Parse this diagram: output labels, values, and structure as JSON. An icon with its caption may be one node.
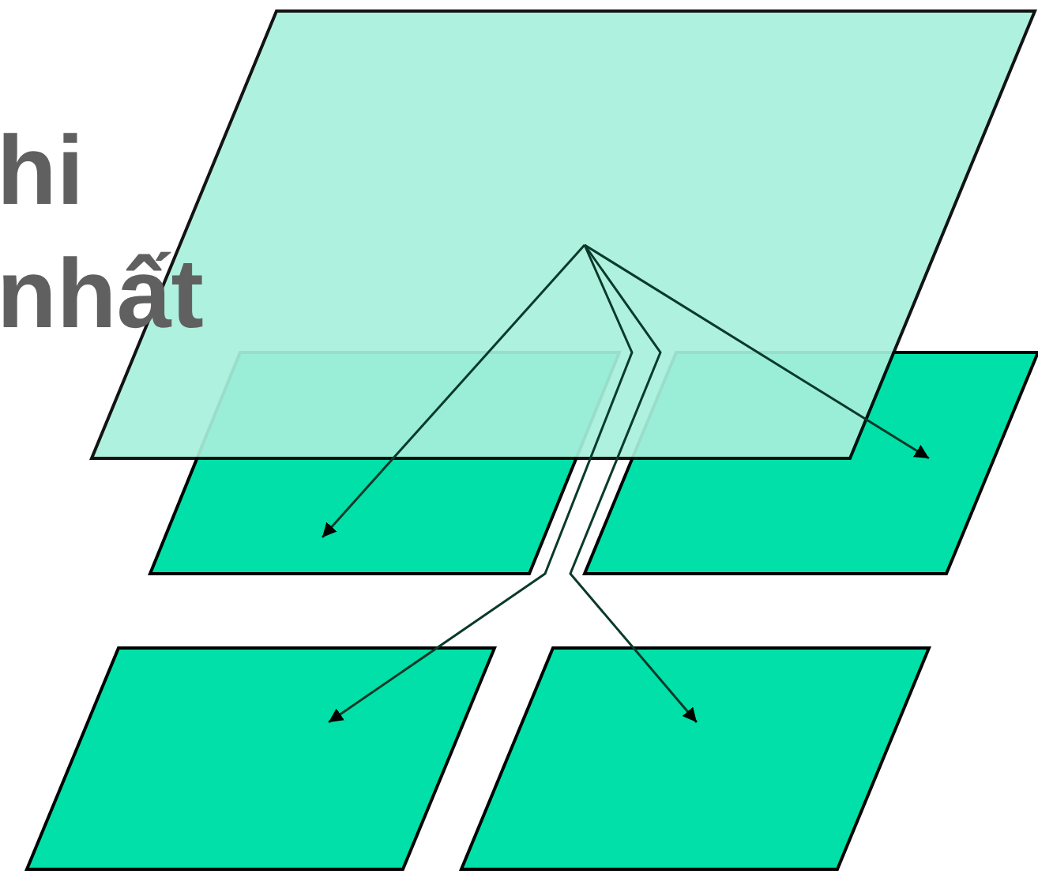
{
  "diagram": {
    "nodes": [
      {
        "text": [],
        "shape": "parallelogram"
      },
      {
        "text": [],
        "shape": "parallelogram"
      },
      {
        "text": [],
        "shape": "parallelogram"
      },
      {
        "text": [],
        "shape": "parallelogram"
      },
      {
        "text": [],
        "shape": "parallelogram"
      }
    ],
    "edges": [
      {
        "from": 0,
        "to": 1,
        "arrow": "to"
      },
      {
        "from": 0,
        "to": 2,
        "arrow": "to"
      },
      {
        "from": 0,
        "to": 3,
        "arrow": "to"
      },
      {
        "from": 0,
        "to": 4,
        "arrow": "to"
      }
    ],
    "labels": [
      "hi",
      "nhất"
    ]
  }
}
